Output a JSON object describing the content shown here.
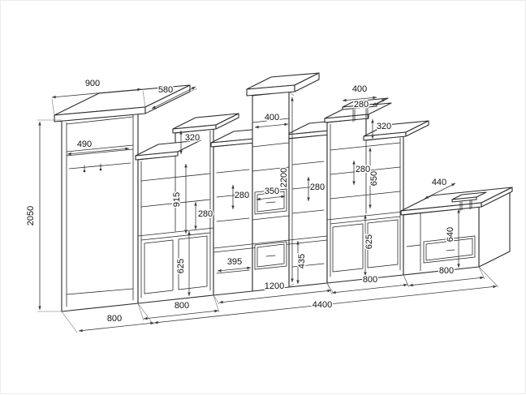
{
  "page": {
    "background": "#ffffff"
  },
  "drawing": {
    "kind": "furniture-wall-unit-dimension-drawing",
    "line_color": "#2b2b2b",
    "dim_color": "#3a3a3a",
    "dims": {
      "wardrobe_cornice_width": "900",
      "wardrobe_cornice_depth": "580",
      "wardrobe_inner_width": "490",
      "wardrobe_height": "2050",
      "wardrobe_width": "800",
      "unit_b_top_step": "320",
      "unit_b_shelf_section": "915",
      "unit_b_shelf_gap": "280",
      "unit_b_cabinet_height": "625",
      "unit_b_width": "800",
      "c_left_shelf_gap": "280",
      "column_top_width": "400",
      "column_height": "2200",
      "column_drawer_width": "350",
      "c_right_shelf_gap": "280",
      "c_bottom_left_width": "395",
      "c_bottom_height": "435",
      "c_width": "1200",
      "d_stand_width": "400",
      "d_stand_depth": "280",
      "unit_d_top_step": "320",
      "unit_d_shelf_gap": "280",
      "unit_d_shelf_section": "650",
      "unit_d_cabinet_height": "625",
      "unit_d_width": "800",
      "e_top_depth": "440",
      "e_height": "640",
      "e_width": "800",
      "total_width": "4400"
    }
  }
}
